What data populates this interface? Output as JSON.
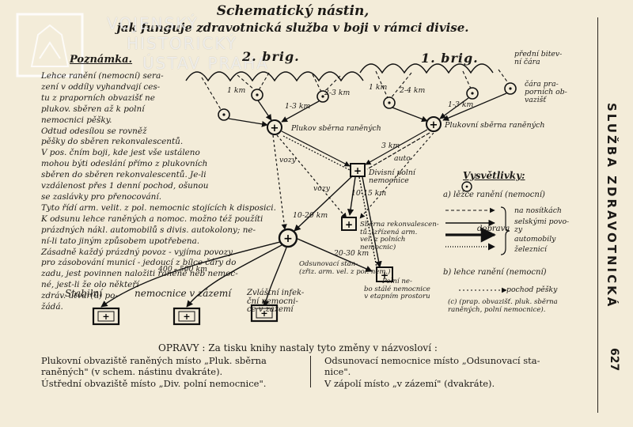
{
  "header": {
    "title": "Schematický nástin,",
    "subtitle": "jak funguje zdravotnická služba v boji v rámci divise."
  },
  "side": {
    "title": "SLUŽBA ZDRAVOTNICKÁ",
    "page_number": "627"
  },
  "watermark": {
    "lines": [
      "VOJENSKÝ",
      "HISTORICKÝ",
      "ÚSTAV PRAHA"
    ]
  },
  "notes": {
    "title": "Poznámka.",
    "text": "Lehce ranění (nemocní) sera-\nzení v oddíly vyhandvají ces-\ntu z praporních obvazišť ne\nplukov. sběren až k polní\nnemocnici pěšky.\nOdtud odesílou se rovněž\npěšky do sběren rekonvalescentů.\nV pos. čním boji, kde jest vše ustáleno\nmohou býti odeslání přímo z plukovních\nsběren do sběren rekonvalescentů. Je-li\nvzdálenost přes 1 denní pochod, ošunou\nse zaslávky pro přenocování.\nTyto řídí arm. velit. z pol. nemocnic stojících k disposici.\nK odsunu lehce raněných a nomoc. možno též použíti\nprázdných nákl. automobilů s divis. autokolony; ne-\nní-li tato jiným způsobem upotřebena.\nZásadně každý prázdný povoz - vyjíma povozy\npro zásobování municí - jedoucí z bílce čáry do\nzadu, jest povinnen naložiti raněné neb nemoc-\nné, jest-li že olo někteří\nzdráv. útvar(ů) po-\nžádá."
  },
  "diagram": {
    "brig2": "2. brig.",
    "brig1": "1. brig.",
    "front_line": "přední bitev-\nní čára",
    "battalion_line": "čára pra-\nporních ob-\nvazišť",
    "regiment_post_left": "Plukov sběrna raněných",
    "regiment_post_right": "Plukovní sběrna raněných",
    "division_hospital": "Divisní polní\nnemocnice",
    "convalescent": "Sběrna rekonvalescen-\ntů. (zřízená arm.\nvel. z polních\nnemocnic)",
    "evacuation": "Odsunovací stan-\n(zřiz. arm. vel. z pol. nem.)",
    "field_hospital": "Polní ne-\nbo stálé nemocnice\nv etapním prostoru",
    "stable_hospital": "Stabilní",
    "hospitals_in_rear": "nemocnice v zázemí",
    "special_hospitals": "Zvláštní infek-\nční nemocni-\nce v zázemí",
    "dist_1km_a": "1 km",
    "dist_1km_b": "1 km",
    "dist_2_4km": "2-4 km",
    "dist_2_3km": "2-3 km",
    "dist_1_3km_a": "1-3 km",
    "dist_1_3km_b": "1-3 km",
    "dist_3km": "3 km",
    "dist_10_20km": "10-20 km",
    "dist_10_15km": "10-15 km",
    "dist_20_30km": "20-30 km",
    "dist_400_500km": "400 - 500 km",
    "vozy_a": "vozy",
    "vozy_b": "vozy",
    "auto": "auto"
  },
  "legend": {
    "title": "Vysvětlivky:",
    "section_a": "a) lěžce ranění (nemocní)",
    "stretcher": "na nosítkách",
    "cart": "selskými povo-\nzy",
    "auto": "automobily",
    "rail": "železnicí",
    "transport": "doprava",
    "section_b": "b) lehce ranění (nemocní)",
    "foot": "pochod pěšky",
    "note_c": "(c) (prap. obvazišť. pluk. sběrna\nraněných, polní nemocnice)."
  },
  "corrections": {
    "title": "OPRAVY : Za tisku knihy nastaly tyto změny v názvosloví :",
    "left": [
      "Plukovní obvaziště raněných místo „Pluk. sběrna\nraněných\" (v schem. nástinu dvakráte).",
      "Ústřední obvaziště místo „Div. polní nemocnice\"."
    ],
    "right": [
      "Odsunovací nemocnice místo „Odsunovací sta-\nnice\".",
      "V zápolí místo „v zázemí\" (dvakráte)."
    ]
  },
  "colors": {
    "paper": "#f3ecd9",
    "ink": "#1c1a17"
  }
}
